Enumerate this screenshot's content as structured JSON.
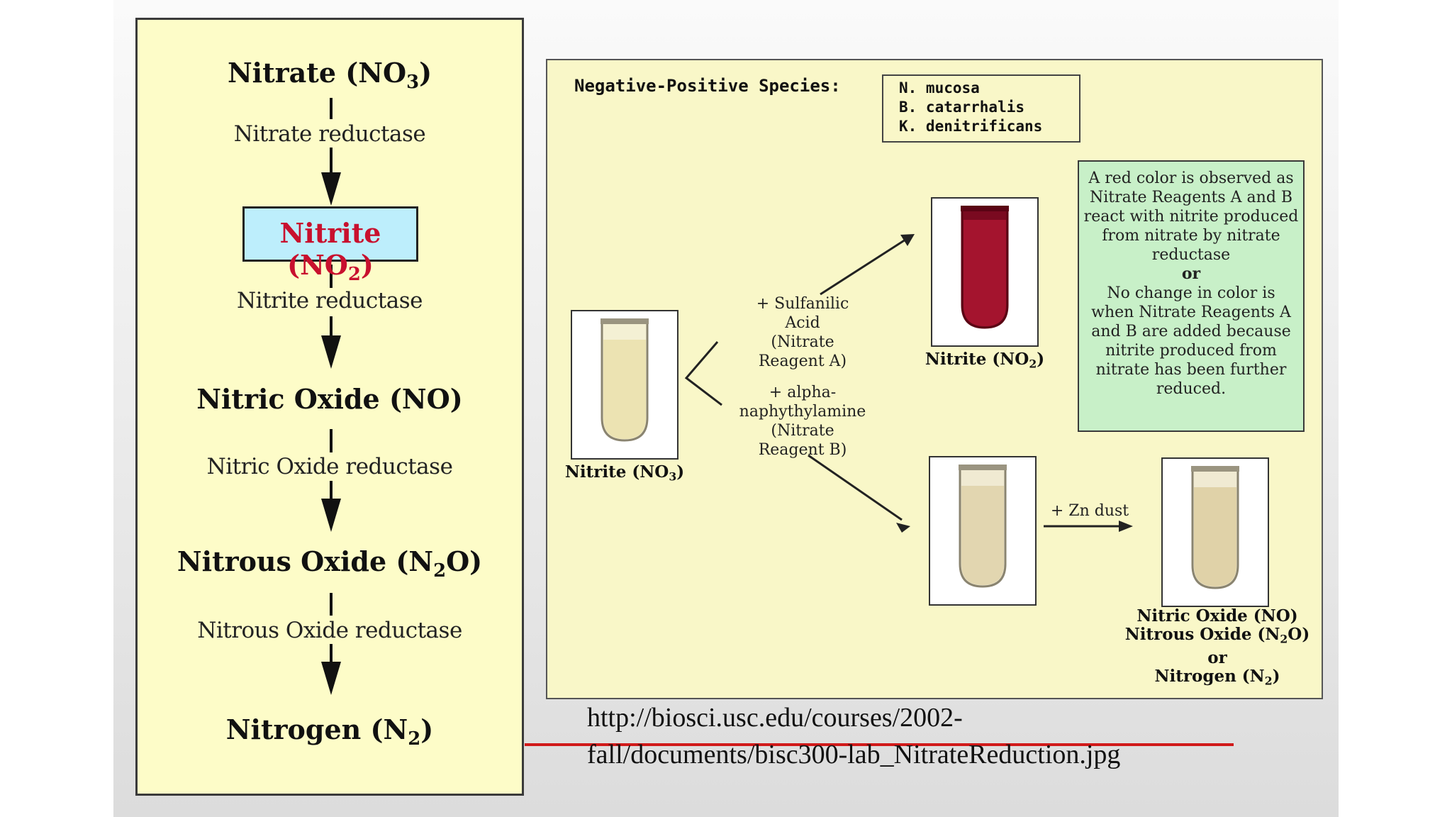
{
  "pathway": {
    "steps": [
      {
        "compound": "Nitrate (NO",
        "sub": "3",
        "close": ")"
      },
      {
        "enzyme": "Nitrate reductase"
      },
      {
        "compound": "Nitrite (NO",
        "sub": "2",
        "close": ")"
      },
      {
        "enzyme": "Nitrite reductase"
      },
      {
        "compound": "Nitric Oxide (NO)"
      },
      {
        "enzyme": "Nitric Oxide reductase"
      },
      {
        "compound": "Nitrous Oxide (N",
        "sub": "2",
        "close": "O)"
      },
      {
        "enzyme": "Nitrous Oxide reductase"
      },
      {
        "compound": "Nitrogen (N",
        "sub": "2",
        "close": ")"
      }
    ]
  },
  "results": {
    "title": "Negative-Positive Species:",
    "species": [
      "N. mucosa",
      "B. catarrhalis",
      "K. denitrificans"
    ],
    "start_tube": {
      "label": "Nitrite (NO",
      "sub": "3",
      "close": ")"
    },
    "reagent_a": [
      "+ Sulfanilic",
      "Acid",
      "(Nitrate",
      "Reagent A)"
    ],
    "reagent_b": [
      "+ alpha-",
      "naphythylamine",
      "(Nitrate",
      "Reagent B)"
    ],
    "red_tube": {
      "label": "Nitrite (NO",
      "sub": "2",
      "close": ")"
    },
    "zn_label": "+ Zn dust",
    "final_labels": [
      {
        "text": "Nitric Oxide (NO)"
      },
      {
        "text": "Nitrous Oxide (N",
        "sub": "2",
        "close": "O)"
      },
      {
        "text": "or"
      },
      {
        "text": "Nitrogen (N",
        "sub": "2",
        "close": ")"
      }
    ],
    "note": {
      "part1": "A red color is observed as Nitrate Reagents A and B react with nitrite produced from nitrate by nitrate reductase",
      "or": "or",
      "part2": "No change in color is when Nitrate Reagents A and B are added because nitrite produced from nitrate has been further reduced."
    }
  },
  "source_url": {
    "line1": "http://biosci.usc.edu/courses/2002-",
    "line2": "fall/documents/bisc300-lab_NitrateReduction.jpg"
  },
  "colors": {
    "panel_yellow": "#fdfcc8",
    "nitrite_highlight": "#bdeefc",
    "nitrite_text": "#c8102e",
    "note_green": "#c8f0c8",
    "underline_red": "#d11a1a"
  }
}
